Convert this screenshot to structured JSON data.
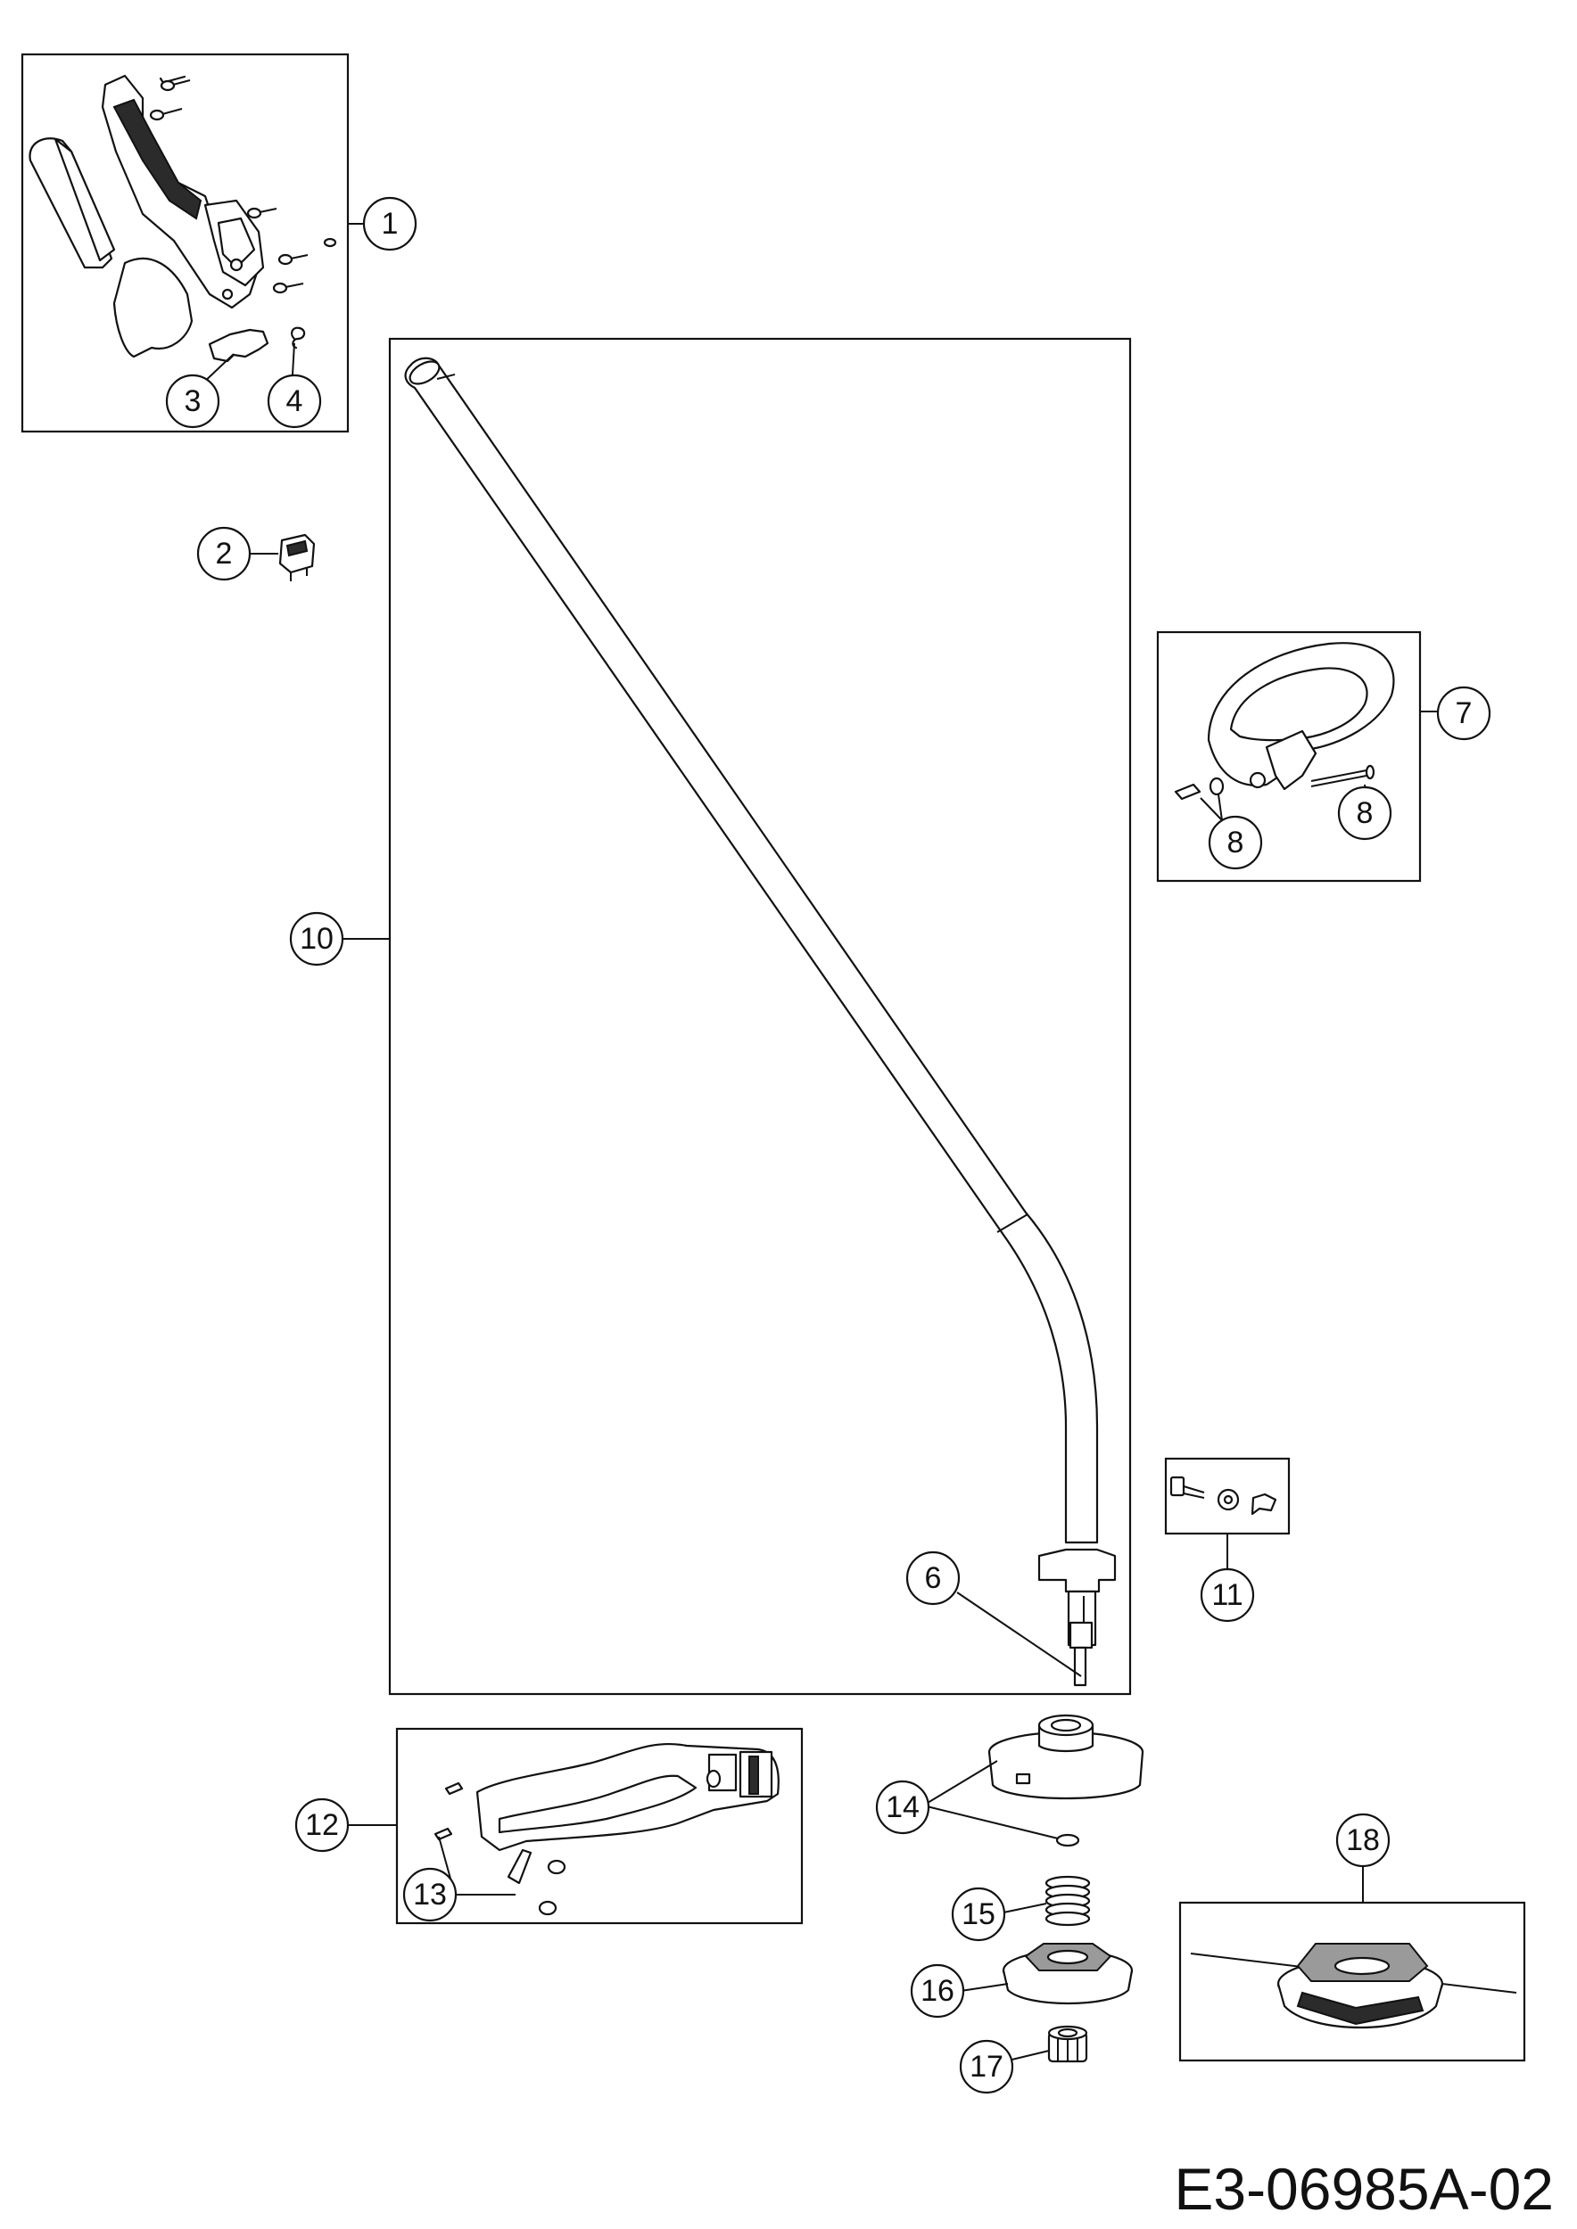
{
  "diagram_code": "E3-06985A-02",
  "callouts": {
    "c1": "1",
    "c2": "2",
    "c3": "3",
    "c4": "4",
    "c6": "6",
    "c7": "7",
    "c8a": "8",
    "c8b": "8",
    "c10": "10",
    "c11": "11",
    "c12": "12",
    "c13": "13",
    "c14": "14",
    "c15": "15",
    "c16": "16",
    "c17": "17",
    "c18": "18"
  }
}
